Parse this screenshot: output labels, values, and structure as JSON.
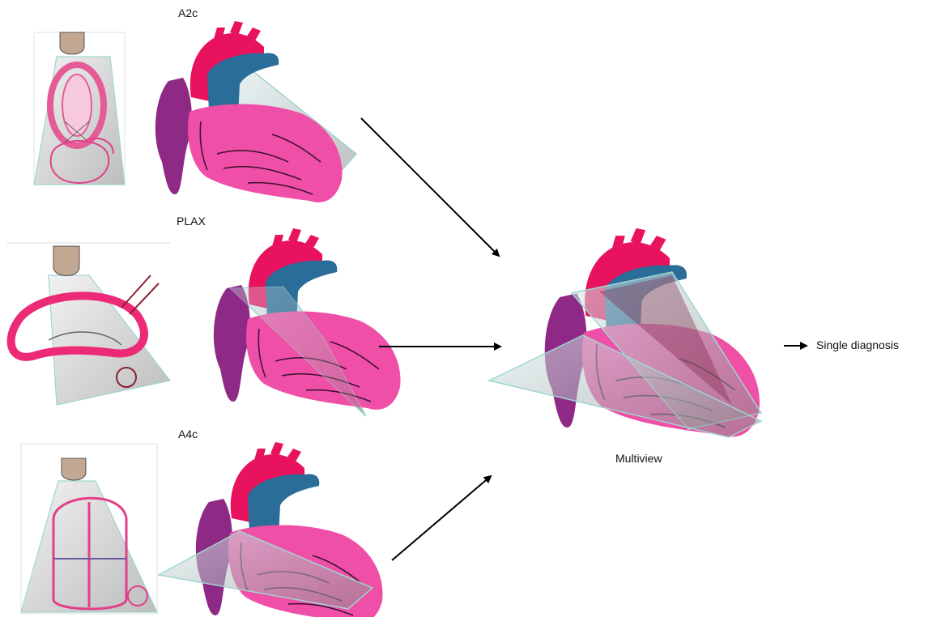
{
  "views": [
    {
      "label": "A2c"
    },
    {
      "label": "PLAX"
    },
    {
      "label": "A4c"
    }
  ],
  "combined": {
    "label": "Multiview"
  },
  "output": {
    "label": "Single diagnosis"
  },
  "colors": {
    "heart_pink": "#ef4fa6",
    "aorta_red": "#e8125f",
    "pulmonary_blue": "#2a6d99",
    "atrium_purple": "#8e2a86",
    "probe_tan": "#c2a893",
    "plane_teal": "#9fd6d0",
    "scan_gray": "#d8d8d8"
  }
}
